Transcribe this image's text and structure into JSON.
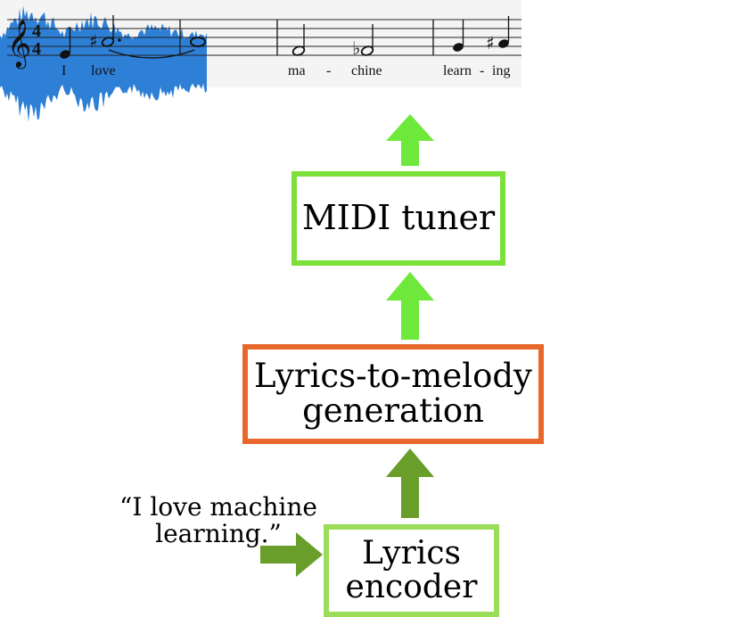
{
  "score": {
    "lyrics": [
      "I",
      "love",
      "ma",
      "-",
      "chine",
      "learn",
      "-",
      "ing"
    ],
    "time_signature": [
      "4",
      "4"
    ],
    "clef": "treble-clef",
    "accidentals": [
      "sharp",
      "flat",
      "sharp"
    ]
  },
  "boxes": {
    "midi_tuner": [
      "MIDI tuner"
    ],
    "lyrics_to_melody": [
      "Lyrics-to-melody",
      "generation"
    ],
    "lyrics_encoder": [
      "Lyrics",
      "encoder"
    ]
  },
  "input_text": [
    "“I love machine",
    "learning.”"
  ],
  "colors": {
    "waveform": "#2e7fd6",
    "bright_green": "#6ee83a",
    "olive_green": "#6a9e2a",
    "orange": "#e8672a",
    "encoder_green": "#9bdc5a"
  }
}
